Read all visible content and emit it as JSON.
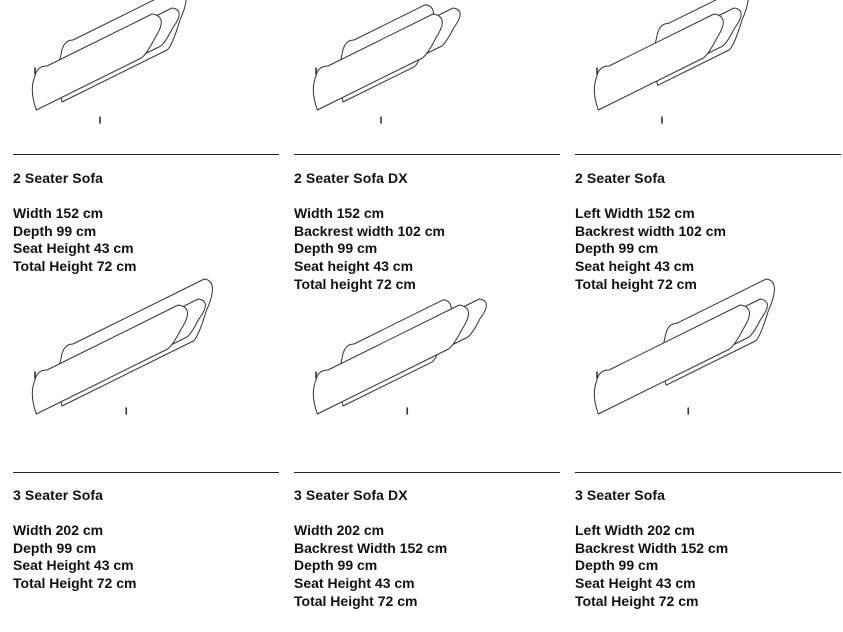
{
  "products": [
    {
      "title": "2 Seater Sofa",
      "variant": "2-seater-full",
      "specs": [
        "Width 152 cm",
        "Depth 99 cm",
        "Seat Height 43 cm",
        "Total Height 72 cm"
      ]
    },
    {
      "title": "2 Seater Sofa DX",
      "variant": "2-seater-dx",
      "specs": [
        "Width 152 cm",
        "Backrest width 102 cm",
        "Depth 99 cm",
        "Seat height 43 cm",
        "Total height 72 cm"
      ]
    },
    {
      "title": "2 Seater Sofa",
      "variant": "2-seater-left",
      "specs": [
        "Left Width 152 cm",
        "Backrest width 102 cm",
        "Depth 99 cm",
        "Seat height 43 cm",
        "Total height 72 cm"
      ]
    },
    {
      "title": "3 Seater Sofa",
      "variant": "3-seater-full",
      "specs": [
        "Width 202 cm",
        "Depth 99 cm",
        "Seat Height 43 cm",
        "Total Height 72 cm"
      ]
    },
    {
      "title": "3 Seater Sofa DX",
      "variant": "3-seater-dx",
      "specs": [
        "Width 202 cm",
        "Backrest Width 152 cm",
        "Depth 99 cm",
        "Seat Height 43 cm",
        "Total Height 72 cm"
      ]
    },
    {
      "title": "3 Seater Sofa",
      "variant": "3-seater-left",
      "specs": [
        "Left Width 202 cm",
        "Backrest Width 152 cm",
        "Depth 99 cm",
        "Seat Height 43 cm",
        "Total Height 72 cm"
      ]
    }
  ],
  "colors": {
    "text": "#111111",
    "line": "#222222",
    "background": "#ffffff"
  }
}
